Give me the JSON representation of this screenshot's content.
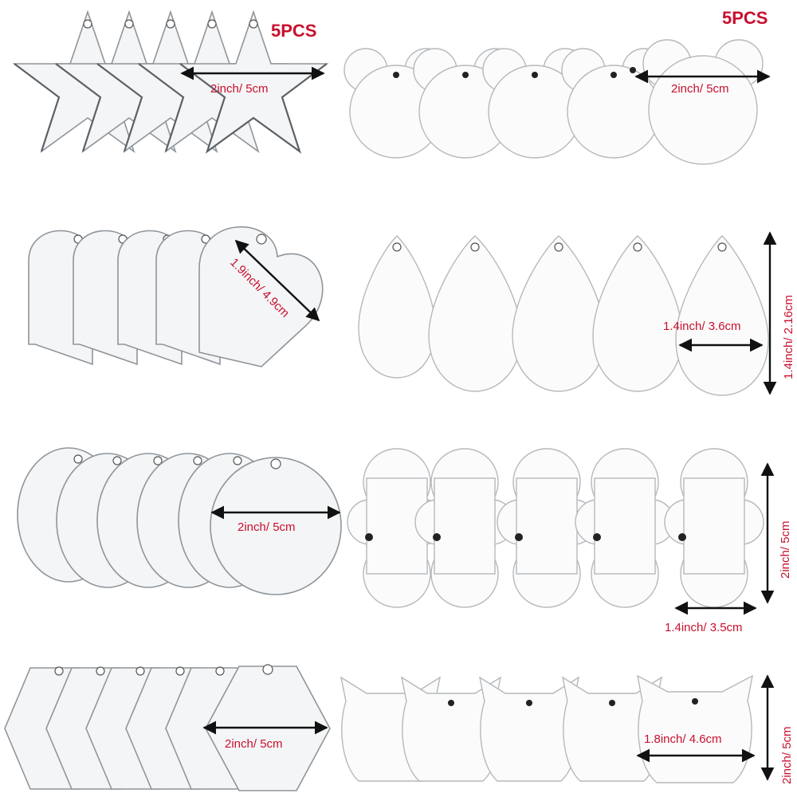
{
  "quantity_labels": [
    "5PCS",
    "5PCS"
  ],
  "dimension_labels": {
    "star": "2inch/ 5cm",
    "mouse": "2inch/ 5cm",
    "heart_diagonal": "1.9inch/ 4.9cm",
    "teardrop_width": "1.4inch/ 3.6cm",
    "teardrop_height": "1.4inch/ 2.16cm",
    "circle": "2inch/ 5cm",
    "cloud_height": "2inch/ 5cm",
    "cloud_width": "1.4inch/ 3.5cm",
    "hexagon": "2inch/ 5cm",
    "cat_width": "1.8inch/ 4.6cm",
    "cat_height": "2inch/ 5cm"
  },
  "colors": {
    "label_red": "#c8102e",
    "arrow_black": "#111111",
    "clear_acrylic": "#f4f5f6",
    "white_blank": "#fbfbfb"
  },
  "blank_sets": [
    {
      "shape": "star",
      "material": "clear"
    },
    {
      "shape": "mouse-head",
      "material": "white"
    },
    {
      "shape": "heart",
      "material": "clear"
    },
    {
      "shape": "teardrop",
      "material": "white"
    },
    {
      "shape": "circle",
      "material": "clear"
    },
    {
      "shape": "cloud",
      "material": "white"
    },
    {
      "shape": "hexagon",
      "material": "clear"
    },
    {
      "shape": "cat-head",
      "material": "white"
    }
  ]
}
